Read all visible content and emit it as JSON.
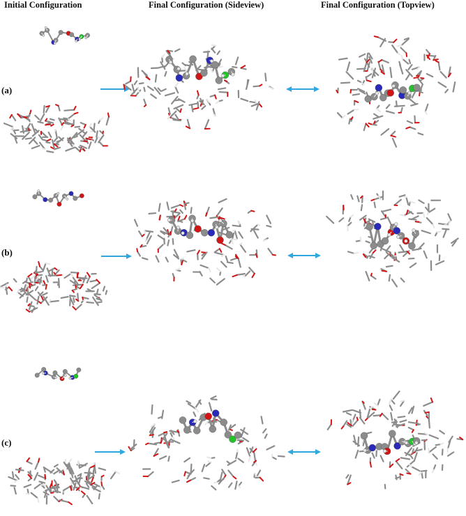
{
  "headers": [
    "Initial Configuration",
    "Final Configuration (Sideview)",
    "Final Configuration (Topview)"
  ],
  "rows": [
    {
      "label": "(a)",
      "guest_atoms": [
        "carbon",
        "nitrogen",
        "oxygen",
        "chlorine",
        "hydrogen"
      ]
    },
    {
      "label": "(b)",
      "guest_atoms": [
        "carbon",
        "nitrogen",
        "oxygen",
        "hydrogen"
      ]
    },
    {
      "label": "(c)",
      "guest_atoms": [
        "carbon",
        "nitrogen",
        "oxygen",
        "chlorine",
        "hydrogen"
      ]
    }
  ],
  "colors": {
    "carbon": "#8c8c8c",
    "oxygen": "#d21414",
    "nitrogen": "#2a2ab8",
    "chlorine": "#22c428",
    "hydrogen": "#e6e6e6",
    "arrow": "#2fa8e0"
  },
  "arrow_types": [
    "single",
    "double"
  ]
}
